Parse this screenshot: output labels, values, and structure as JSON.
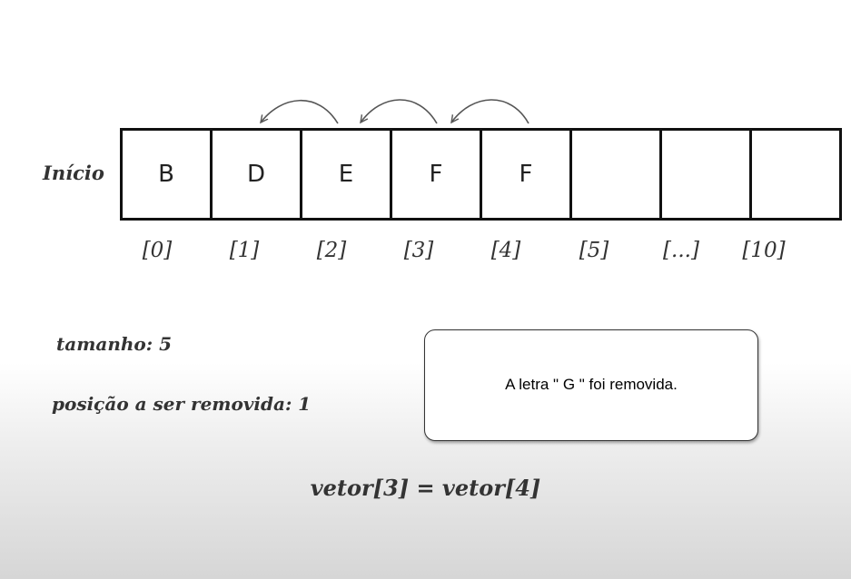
{
  "start_label": "Início",
  "cells": [
    "B",
    "D",
    "E",
    "F",
    "F",
    "",
    "",
    ""
  ],
  "indices": [
    "[0]",
    "[1]",
    "[2]",
    "[3]",
    "[4]",
    "[5]",
    "[...]",
    "[10]"
  ],
  "size_label": "tamanho: 5",
  "remove_position_label": "posição a ser removida: 1",
  "message": "A letra \" G \" foi removida.",
  "expression": "vetor[3] = vetor[4]",
  "colors": {
    "cell_border": "#111111",
    "arrow": "#555555",
    "text": "#333333"
  }
}
